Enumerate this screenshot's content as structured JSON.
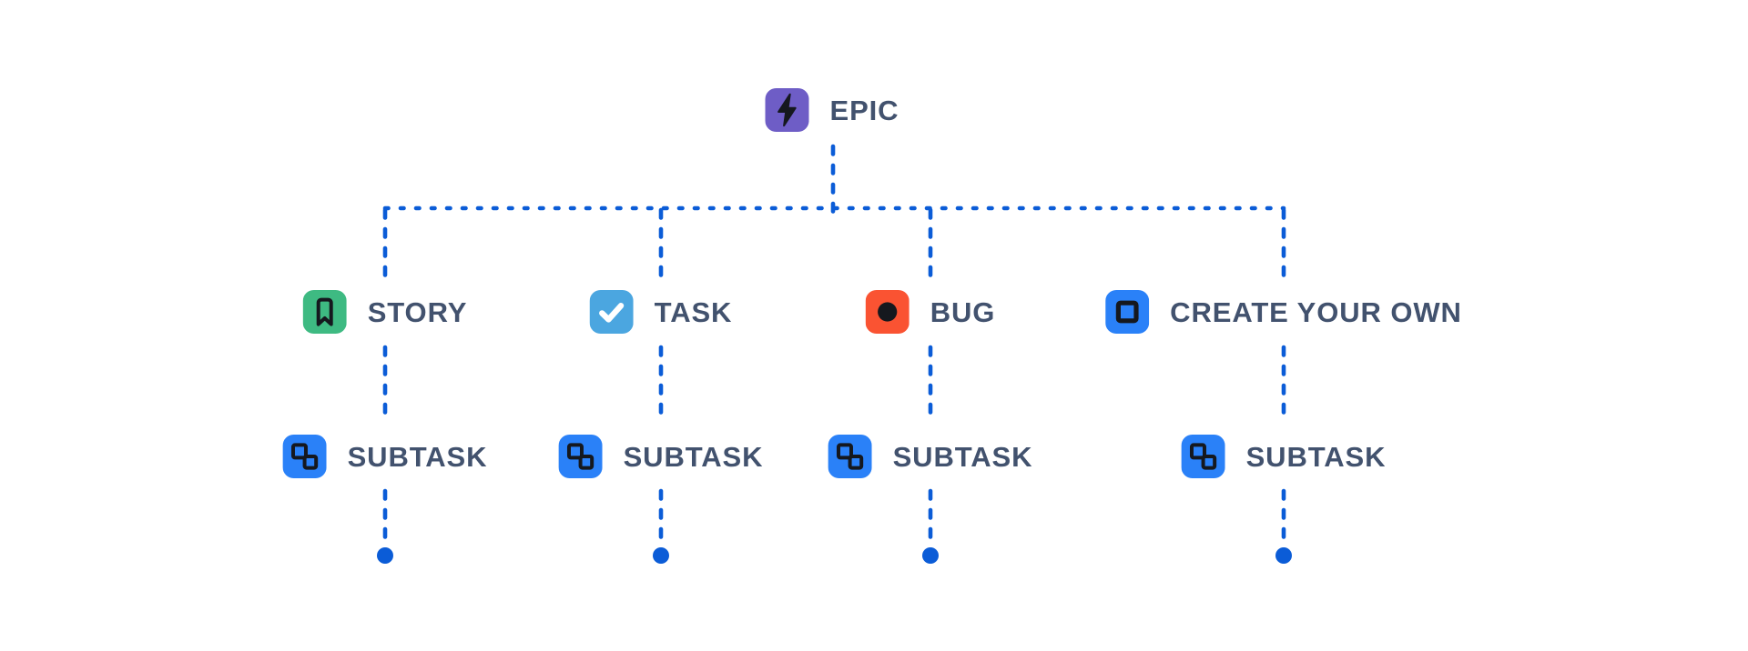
{
  "colors": {
    "line": "#0B5CD7",
    "epic": "#6E5DC6",
    "story": "#3EBA82",
    "task": "#4BA6E0",
    "bug": "#FA5332",
    "blue": "#2A81F8",
    "glyph": "#15181E",
    "check": "#FFFFFF",
    "label": "#42526E",
    "background": "#FFFFFF"
  },
  "root": {
    "label": "EPIC",
    "icon": "lightning-bolt-icon"
  },
  "columns": [
    {
      "type_label": "STORY",
      "type_icon": "bookmark-icon",
      "subtask_label": "SUBTASK",
      "subtask_icon": "linked-squares-icon"
    },
    {
      "type_label": "TASK",
      "type_icon": "checkmark-icon",
      "subtask_label": "SUBTASK",
      "subtask_icon": "linked-squares-icon"
    },
    {
      "type_label": "BUG",
      "type_icon": "filled-circle-icon",
      "subtask_label": "SUBTASK",
      "subtask_icon": "linked-squares-icon"
    },
    {
      "type_label": "CREATE YOUR OWN",
      "type_icon": "square-outline-icon",
      "subtask_label": "SUBTASK",
      "subtask_icon": "linked-squares-icon"
    }
  ]
}
